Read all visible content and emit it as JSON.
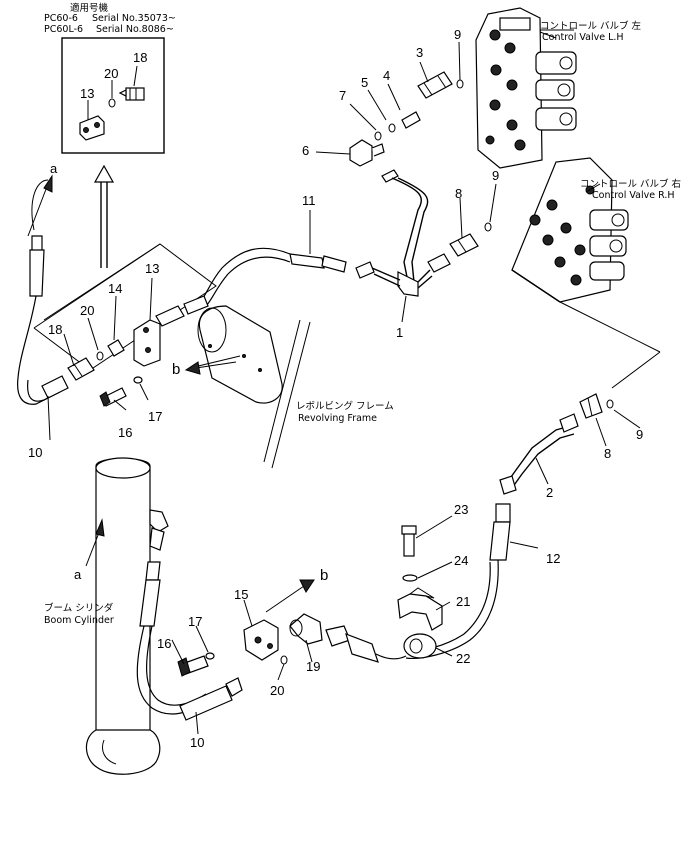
{
  "inset": {
    "model_line_1": "PC60-6",
    "serial_line_1": "Serial No.35073~",
    "model_line_2": "PC60L-6",
    "serial_line_2": "Serial No.8086~",
    "jp_heading": "適用号機"
  },
  "labels": {
    "control_valve_lh_jp": "コントロール バルブ 左",
    "control_valve_lh": "Control Valve L.H",
    "control_valve_rh_jp": "コントロール バルブ 右",
    "control_valve_rh": "Control Valve R.H",
    "revolving_frame_jp": "レボルビング フレーム",
    "revolving_frame": "Revolving Frame",
    "boom_cylinder_jp": "ブーム シリンダ",
    "boom_cylinder": "Boom Cylinder",
    "ref_a_top": "a",
    "ref_a_bottom": "a",
    "ref_b_mid": "b",
    "ref_b_bottom": "b"
  },
  "parts": {
    "p1": "1",
    "p2": "2",
    "p3": "3",
    "p4": "4",
    "p5": "5",
    "p6": "6",
    "p7": "7",
    "p8a": "8",
    "p8b": "8",
    "p9a": "9",
    "p9b": "9",
    "p9c": "9",
    "p10a": "10",
    "p10b": "10",
    "p11": "11",
    "p12": "12",
    "p13a": "13",
    "p13b": "13",
    "p14": "14",
    "p15": "15",
    "p16a": "16",
    "p16b": "16",
    "p17a": "17",
    "p17b": "17",
    "p18a": "18",
    "p18b": "18",
    "p19": "19",
    "p20a": "20",
    "p20b": "20",
    "p20c": "20",
    "p21": "21",
    "p22": "22",
    "p23": "23",
    "p24": "24"
  }
}
